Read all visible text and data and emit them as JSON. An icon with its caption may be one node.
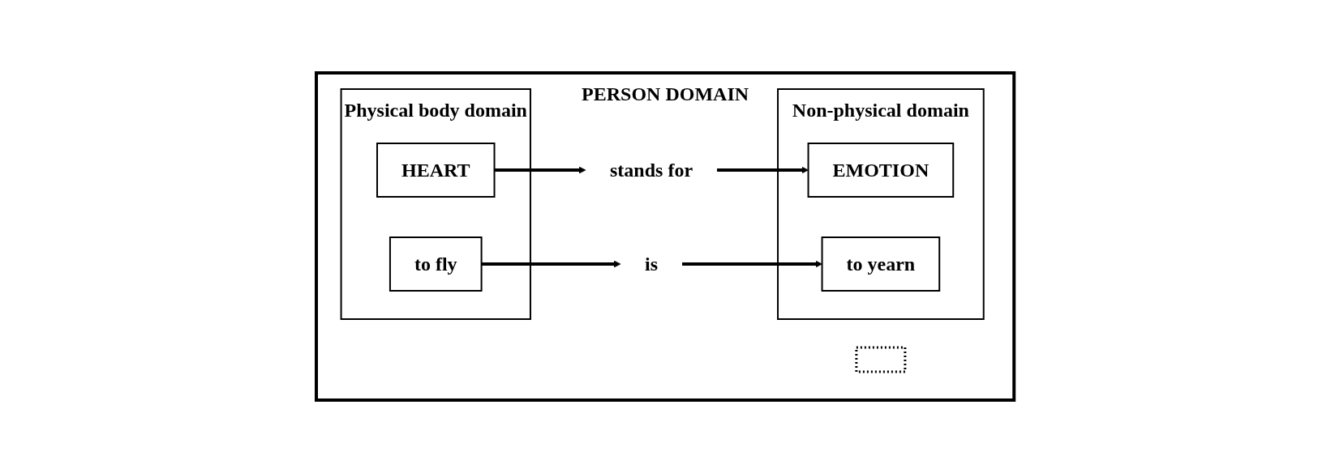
{
  "diagram": {
    "nodes": [
      {
        "text": [
          "PERSON DOMAIN"
        ]
      },
      {
        "text": [
          "Physical body domain"
        ],
        "in": 0
      },
      {
        "text": [
          "HEART"
        ],
        "in": 1
      },
      {
        "text": [
          "stands for"
        ],
        "in": 0
      },
      {
        "text": [
          "Non-physical domain"
        ],
        "in": 0
      },
      {
        "text": [
          "EMOTION"
        ],
        "in": 4
      },
      {
        "text": [],
        "shape": "box",
        "in": 0
      },
      {
        "text": [
          "to fly"
        ],
        "in": 1
      },
      {
        "text": [
          "is"
        ],
        "in": 0
      },
      {
        "text": [
          "to yearn"
        ],
        "in": 4
      }
    ],
    "edges": [
      {
        "from": 2,
        "to": 3,
        "arrow": "to"
      },
      {
        "from": 3,
        "to": 5,
        "arrow": "to"
      },
      {
        "from": 7,
        "to": 8,
        "arrow": "to"
      },
      {
        "from": 8,
        "to": 9,
        "arrow": "to"
      }
    ]
  }
}
